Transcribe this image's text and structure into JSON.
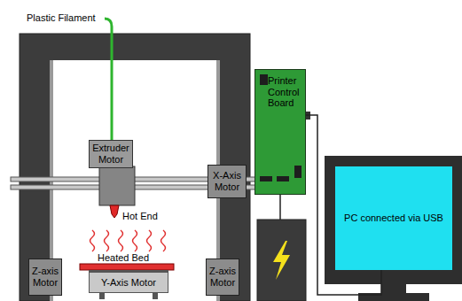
{
  "diagram": {
    "nodes": [
      {
        "text": [
          "Extruder Motor"
        ]
      },
      {
        "text": [
          "X-Axis Motor"
        ]
      },
      {
        "text": [
          "Printer Control Board"
        ]
      },
      {
        "text": [
          "Z-axis Motor"
        ]
      },
      {
        "text": [
          "Y-Axis Motor"
        ]
      },
      {
        "text": [
          "Z-axis Motor"
        ]
      },
      {
        "text": [
          "PC connected via USB"
        ]
      }
    ],
    "edges": [
      {
        "from": 2,
        "to": 6,
        "arrow": "none"
      }
    ],
    "labels": [
      "Plastic Filament",
      "Hot End",
      "Heated Bed"
    ]
  }
}
